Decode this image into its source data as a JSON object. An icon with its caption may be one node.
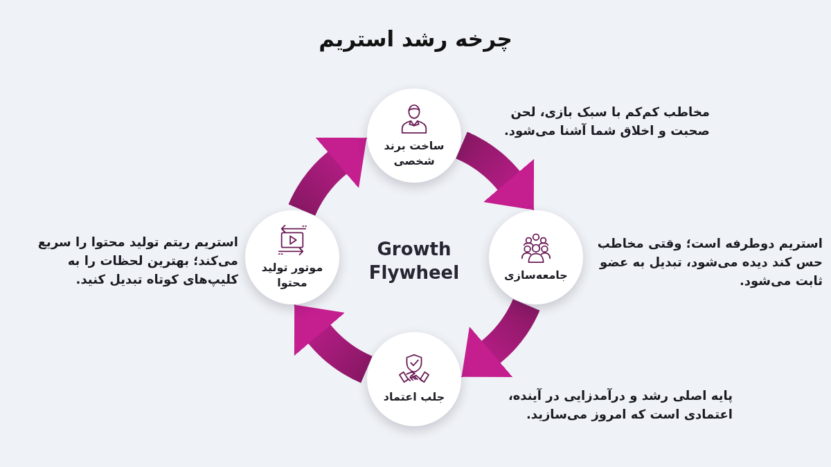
{
  "diagram": {
    "title": "چرخه رشد استریم",
    "nodes": [
      {
        "text": [
          "ساخت برند شخصی"
        ],
        "beside": [
          "مخاطب کم‌کم با سبک بازی، لحن صحبت و اخلاق شما آشنا می‌شود."
        ]
      },
      {
        "text": [
          "جامعه‌سازی"
        ],
        "beside": [
          "استریم دوطرفه است؛ وقتی مخاطب حس کند دیده می‌شود، تبدیل به عضو ثابت می‌شود."
        ]
      },
      {
        "text": [
          "جلب اعتماد"
        ],
        "beside": [
          "پایه اصلی رشد و درآمدزایی در آینده، اعتمادی است که امروز می‌سازید."
        ]
      },
      {
        "text": [
          "موتور تولید محتوا"
        ],
        "beside": [
          "استریم ریتم تولید محتوا را سریع می‌کند؛ بهترین لحظات را به کلیپ‌های کوتاه تبدیل کنید."
        ]
      }
    ],
    "edges": [
      {
        "from": 0,
        "to": 1,
        "arrow": "to"
      },
      {
        "from": 1,
        "to": 2,
        "arrow": "to"
      },
      {
        "from": 2,
        "to": 3,
        "arrow": "to"
      },
      {
        "from": 3,
        "to": 0,
        "arrow": "to"
      }
    ],
    "labels": [
      "Growth Flywheel"
    ]
  }
}
